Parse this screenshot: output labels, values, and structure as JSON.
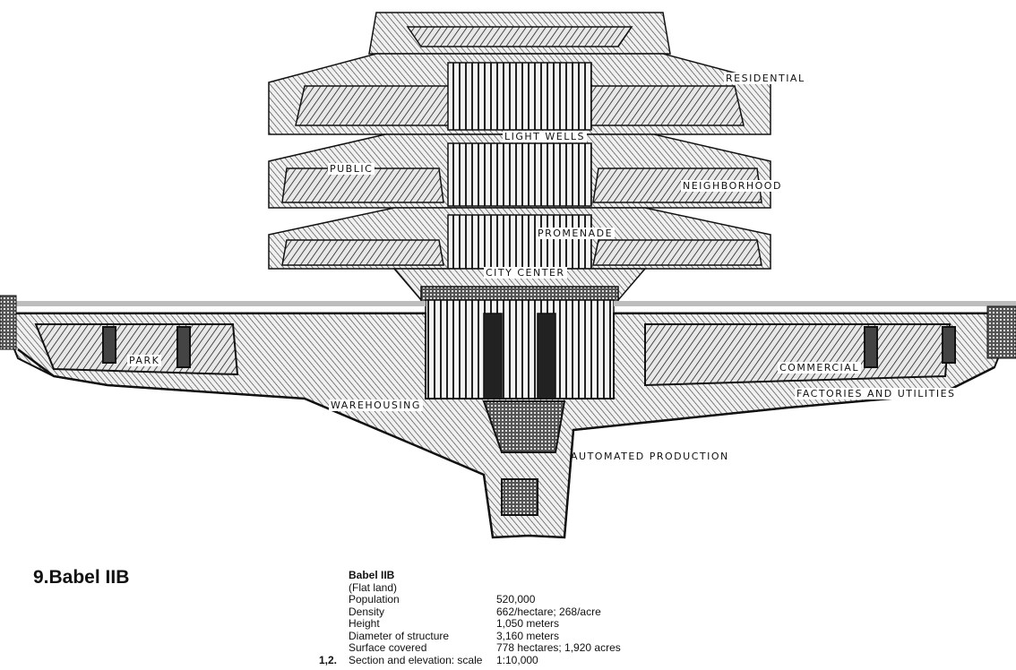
{
  "labels": {
    "residential": "RESIDENTIAL",
    "light_wells": "LIGHT WELLS",
    "public": "PUBLIC",
    "neighborhood": "NEIGHBORHOOD",
    "promenade": "PROMENADE",
    "city_center": "CITY CENTER",
    "park": "PARK",
    "commercial": "COMMERCIAL",
    "factories": "FACTORIES AND UTILITIES",
    "warehousing": "WAREHOUSING",
    "automated": "AUTOMATED PRODUCTION"
  },
  "figure_title": "9.Babel IIB",
  "specs": {
    "heading": "Babel IIB",
    "subheading": "(Flat land)",
    "rows": [
      {
        "num": "",
        "label": "Population",
        "value": "520,000"
      },
      {
        "num": "",
        "label": "Density",
        "value": "662/hectare; 268/acre"
      },
      {
        "num": "",
        "label": "Height",
        "value": "1,050 meters"
      },
      {
        "num": "",
        "label": "Diameter of structure",
        "value": "3,160 meters"
      },
      {
        "num": "",
        "label": "Surface covered",
        "value": "778 hectares; 1,920 acres"
      },
      {
        "num": "1,2.",
        "label": "Section and elevation: scale",
        "value": "1:10,000"
      }
    ]
  }
}
